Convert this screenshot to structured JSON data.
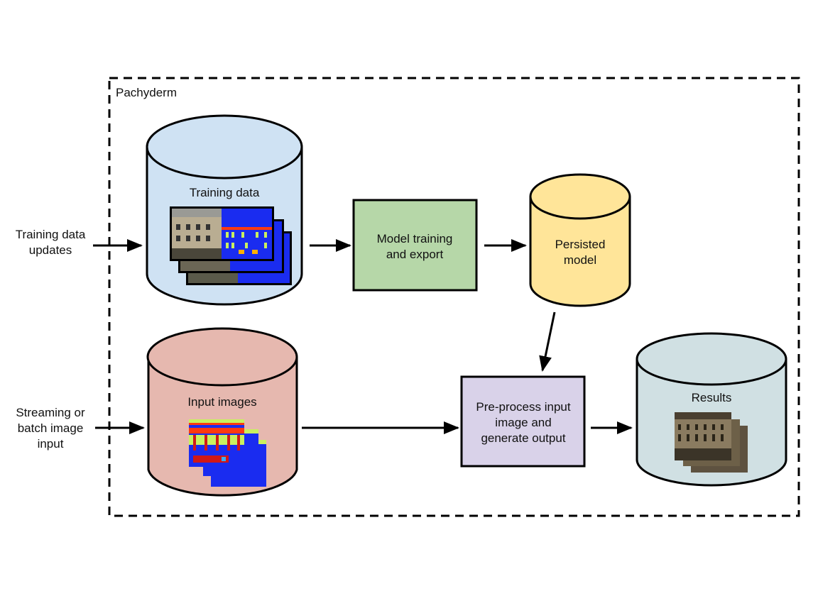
{
  "container": {
    "label": "Pachyderm"
  },
  "external_inputs": {
    "training_updates": [
      "Training data",
      "updates"
    ],
    "streaming_input": [
      "Streaming or",
      "batch image",
      "input"
    ]
  },
  "nodes": {
    "training_data": {
      "label": "Training data",
      "shape": "cylinder",
      "fill": "#cfe2f3"
    },
    "model_training": {
      "label": [
        "Model training",
        "and export"
      ],
      "shape": "rectangle",
      "fill": "#b6d7a8"
    },
    "persisted_model": {
      "label": [
        "Persisted",
        "model"
      ],
      "shape": "cylinder",
      "fill": "#ffe599"
    },
    "input_images": {
      "label": "Input images",
      "shape": "cylinder",
      "fill": "#e6b8af"
    },
    "preprocess": {
      "label": [
        "Pre-process input",
        "image and",
        "generate output"
      ],
      "shape": "rectangle",
      "fill": "#d9d2e9"
    },
    "results": {
      "label": "Results",
      "shape": "cylinder",
      "fill": "#d0e0e3"
    }
  },
  "edges": [
    {
      "from": "training_updates",
      "to": "training_data"
    },
    {
      "from": "training_data",
      "to": "model_training"
    },
    {
      "from": "model_training",
      "to": "persisted_model"
    },
    {
      "from": "persisted_model",
      "to": "preprocess"
    },
    {
      "from": "streaming_input",
      "to": "input_images"
    },
    {
      "from": "input_images",
      "to": "preprocess"
    },
    {
      "from": "preprocess",
      "to": "results"
    }
  ],
  "colors": {
    "stroke": "#000000",
    "seg_blue": "#1a2cf0",
    "seg_red": "#ff3a10",
    "seg_yellow": "#c9f060",
    "photo_tan": "#8a7b60"
  }
}
